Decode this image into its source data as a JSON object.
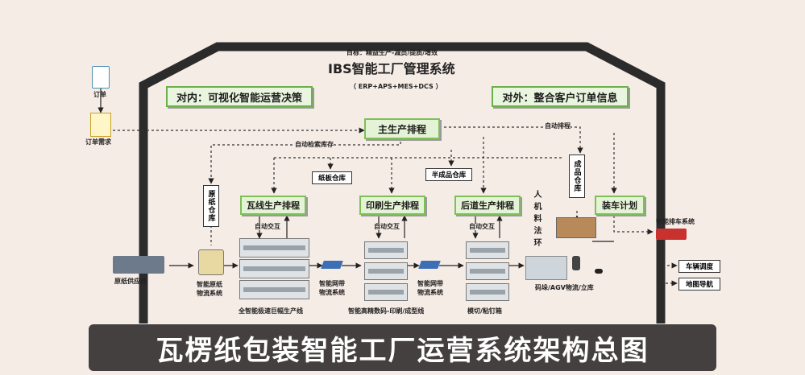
{
  "header": {
    "goal": "目标：精益生产-减员/提质/增效",
    "system_title": "IBS智能工厂管理系统",
    "system_subtitle": "（ ERP+APS+MES+DCS ）",
    "internal": "对内：可视化智能运营决策",
    "external": "对外：整合客户订单信息"
  },
  "left": {
    "order": "订单",
    "order_demand": "订单需求",
    "paper_supplier": "原纸供应商"
  },
  "main_schedule": "主生产排程",
  "flows": {
    "auto_check_stock": "自动检索库存",
    "auto_schedule": "自动排程",
    "paperboard_warehouse": "纸板仓库",
    "semi_finished_warehouse": "半成品仓库",
    "raw_paper_warehouse": "原纸仓库",
    "finished_warehouse": "成品仓库"
  },
  "schedules": {
    "corrugated": "瓦线生产排程",
    "printing": "印刷生产排程",
    "post_process": "后道生产排程",
    "loading": "装车计划"
  },
  "interactions": {
    "auto_interact": "自动交互"
  },
  "vertical_text": "人机料法环",
  "bottom_labels": {
    "smart_raw_paper": [
      "智能原纸",
      "物流系统"
    ],
    "full_line": "全智能极速巨幅生产线",
    "belt_1": [
      "智能网带",
      "物流系统"
    ],
    "belt_2": [
      "智能网带",
      "物流系统"
    ],
    "hd_print": "智能高精数码-印刷/成型线",
    "die_cut": "模切/粘钉箱",
    "agv": "码垛/AGV物流/立库"
  },
  "right": {
    "smart_dispatch": "智能排车系统",
    "vehicle_dispatch": "车辆调度",
    "map_nav": "地图导航"
  },
  "footer_title": "瓦楞纸包装智能工厂运营系统架构总图"
}
